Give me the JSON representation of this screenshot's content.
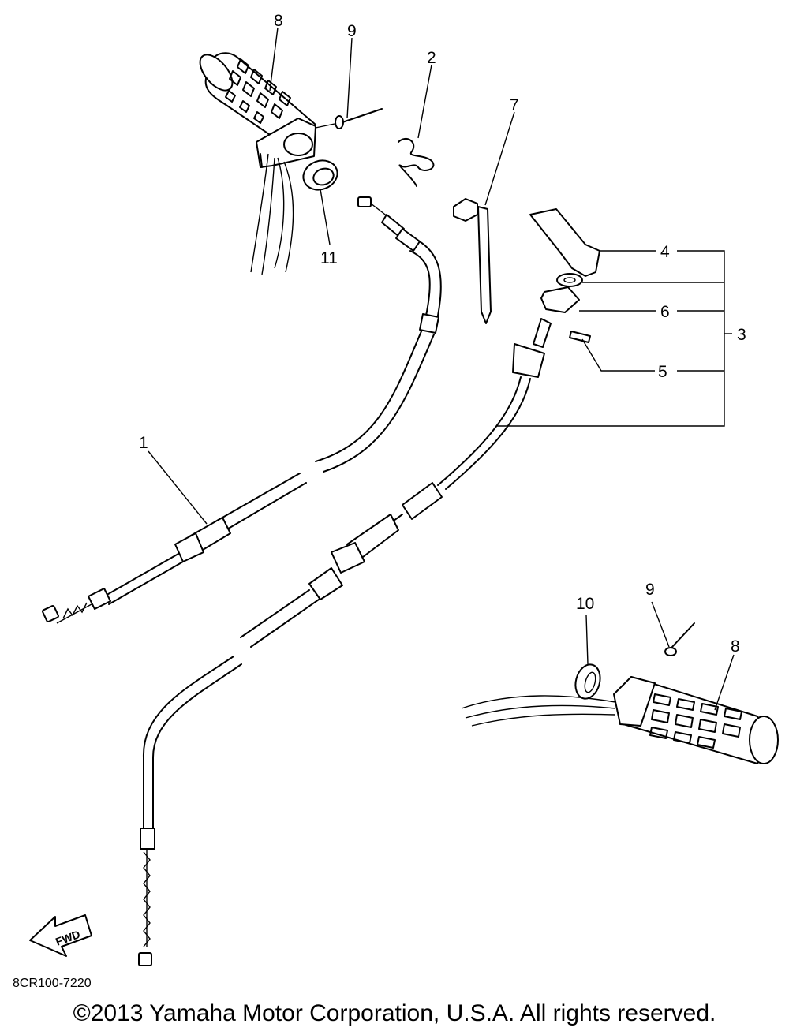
{
  "callouts": {
    "c8a": "8",
    "c9a": "9",
    "c2": "2",
    "c7": "7",
    "c11": "11",
    "c4": "4",
    "c6": "6",
    "c3": "3",
    "c5": "5",
    "c1": "1",
    "c10": "10",
    "c9b": "9",
    "c8b": "8"
  },
  "fwd_label": "FWD",
  "diagram_code": "8CR100-7220",
  "copyright": "©2013 Yamaha Motor Corporation, U.S.A. All rights reserved."
}
